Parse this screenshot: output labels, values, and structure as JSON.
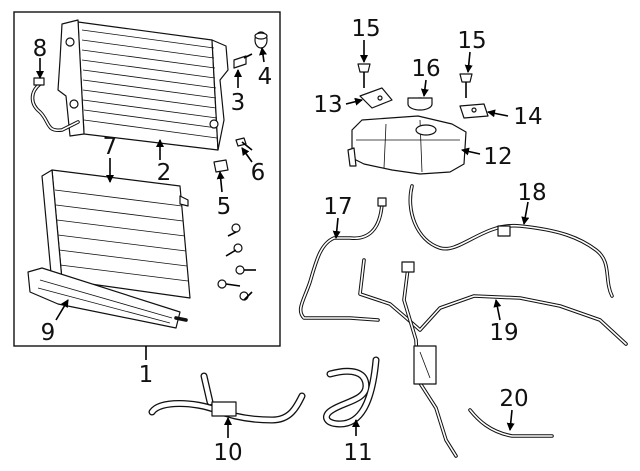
{
  "diagram": {
    "callouts": [
      {
        "id": "c1",
        "text": "1"
      },
      {
        "id": "c2",
        "text": "2"
      },
      {
        "id": "c3",
        "text": "3"
      },
      {
        "id": "c4",
        "text": "4"
      },
      {
        "id": "c5",
        "text": "5"
      },
      {
        "id": "c6",
        "text": "6"
      },
      {
        "id": "c7",
        "text": "7"
      },
      {
        "id": "c8",
        "text": "8"
      },
      {
        "id": "c9",
        "text": "9"
      },
      {
        "id": "c10",
        "text": "10"
      },
      {
        "id": "c11",
        "text": "11"
      },
      {
        "id": "c12",
        "text": "12"
      },
      {
        "id": "c13",
        "text": "13"
      },
      {
        "id": "c14",
        "text": "14"
      },
      {
        "id": "c15a",
        "text": "15"
      },
      {
        "id": "c15b",
        "text": "15"
      },
      {
        "id": "c16",
        "text": "16"
      },
      {
        "id": "c17",
        "text": "17"
      },
      {
        "id": "c18",
        "text": "18"
      },
      {
        "id": "c19",
        "text": "19"
      },
      {
        "id": "c20",
        "text": "20"
      }
    ]
  }
}
